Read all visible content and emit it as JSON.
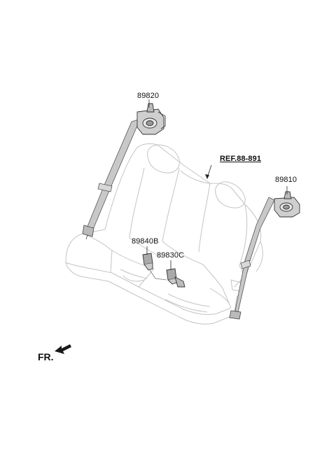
{
  "callouts": {
    "p89820": "89820",
    "ref": "REF.88-891",
    "p89810": "89810",
    "p89840b": "89840B",
    "p89830c": "89830C"
  },
  "direction": {
    "label": "FR."
  },
  "colors": {
    "line": "#3a3a3a",
    "belt": "#b8b8b8",
    "seat_line": "#c4c4c4"
  }
}
